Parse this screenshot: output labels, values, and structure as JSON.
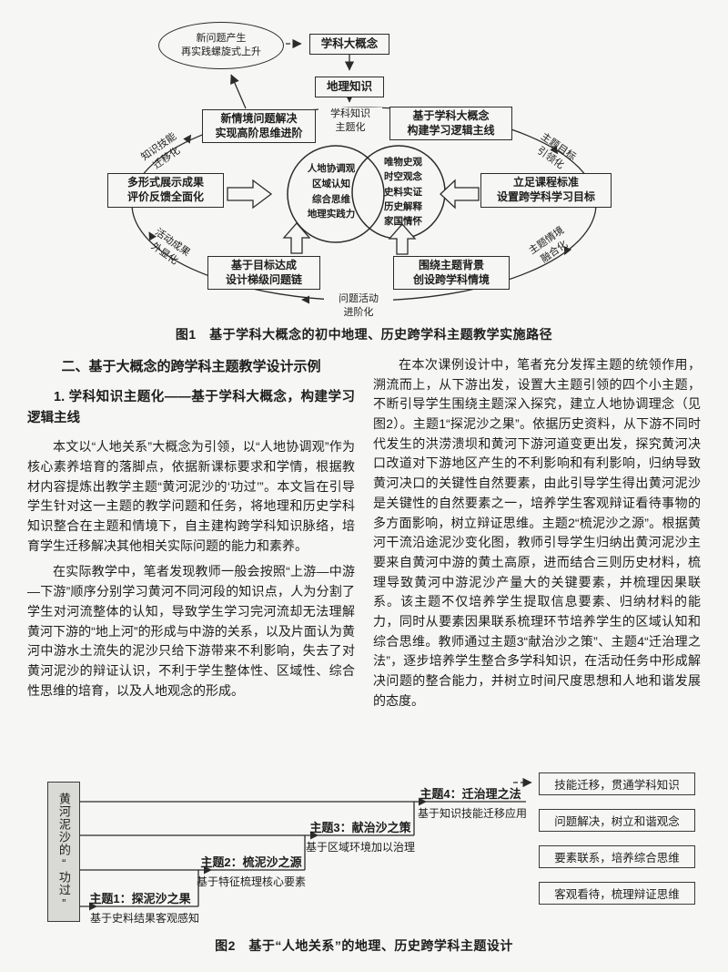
{
  "figure1": {
    "caption": "图1　基于学科大概念的初中地理、历史跨学科主题教学实施路径",
    "spiral_node": {
      "l1": "新问题产生",
      "l2": "再实践螺旋式上升"
    },
    "concept_box": "学科大概念",
    "knowledge_box": "地理知识",
    "stage_labels": {
      "thematize": {
        "l1": "学科知识",
        "l2": "主题化"
      },
      "transfer": {
        "l1": "知识技能",
        "l2": "迁移化"
      },
      "goal_lead": {
        "l1": "主题目标",
        "l2": "引领化"
      },
      "display": {
        "l1": "活动成果",
        "l2": "外显化"
      },
      "context_fuse": {
        "l1": "主题情境",
        "l2": "融合化"
      },
      "progression": {
        "l1": "问题活动",
        "l2": "进阶化"
      }
    },
    "cycle_boxes": {
      "new_situation": {
        "l1": "新情境问题解决",
        "l2": "实现高阶思维进阶"
      },
      "build_mainline": {
        "l1": "基于学科大概念",
        "l2": "构建学习逻辑主线"
      },
      "display_results": {
        "l1": "多形式展示成果",
        "l2": "评价反馈全面化"
      },
      "set_goals": {
        "l1": "立足课程标准",
        "l2": "设置跨学科学习目标"
      },
      "problem_chain": {
        "l1": "基于目标达成",
        "l2": "设计梯级问题链"
      },
      "create_context": {
        "l1": "围绕主题背景",
        "l2": "创设跨学科情境"
      }
    },
    "venn": {
      "left": [
        "人地协调观",
        "区域认知",
        "综合思维",
        "地理实践力"
      ],
      "right": [
        "唯物史观",
        "时空观念",
        "史料实证",
        "历史解释",
        "家国情怀"
      ]
    }
  },
  "article": {
    "section_heading": "二、基于大概念的跨学科主题教学设计示例",
    "sub_heading": "1. 学科知识主题化——基于学科大概念，构建学习逻辑主线",
    "left_paragraphs": [
      "本文以“人地关系”大概念为引领，以“人地协调观”作为核心素养培育的落脚点，依据新课标要求和学情，根据教材内容提炼出教学主题“黄河泥沙的‘功过’”。本文旨在引导学生针对这一主题的教学问题和任务，将地理和历史学科知识整合在主题和情境下，自主建构跨学科知识脉络，培育学生迁移解决其他相关实际问题的能力和素养。",
      "在实际教学中，笔者发现教师一般会按照“上游—中游—下游”顺序分别学习黄河不同河段的知识点，人为分割了学生对河流整体的认知，导致学生学习完河流却无法理解黄河下游的“地上河”的形成与中游的关系，以及片面认为黄河中游水土流失的泥沙只给下游带来不利影响，失去了对黄河泥沙的辩证认识，不利于学生整体性、区域性、综合性思维的培育，以及人地观念的形成。"
    ],
    "right_paragraphs": [
      "在本次课例设计中，笔者充分发挥主题的统领作用，溯流而上，从下游出发，设置大主题引领的四个小主题，不断引导学生围绕主题深入探究，建立人地协调理念（见图2）。主题1“探泥沙之果”。依据历史资料，从下游不同时代发生的洪涝溃坝和黄河下游河道变更出发，探究黄河决口改道对下游地区产生的不利影响和有利影响，归纳导致黄河决口的关键性自然要素，由此引导学生得出黄河泥沙是关键性的自然要素之一，培养学生客观辩证看待事物的多方面影响，树立辩证思维。主题2“梳泥沙之源”。根据黄河干流沿途泥沙变化图，教师引导学生归纳出黄河泥沙主要来自黄河中游的黄土高原，进而结合三则历史材料，梳理导致黄河中游泥沙产量大的关键要素，并梳理因果联系。该主题不仅培养学生提取信息要素、归纳材料的能力，同时从要素因果联系梳理环节培养学生的区域认知和综合思维。教师通过主题3“献治沙之策”、主题4“迁治理之法”，逐步培养学生整合多学科知识，在活动任务中形成解决问题的整合能力，并树立时间尺度思想和人地和谐发展的态度。"
    ]
  },
  "figure2": {
    "caption": "图2　基于“人地关系”的地理、历史跨学科主题设计",
    "source_box": "黄河泥沙的“功过”",
    "steps": [
      {
        "title": "主题1：探泥沙之果",
        "desc": "基于史料结果客观感知"
      },
      {
        "title": "主题2：梳泥沙之源",
        "desc": "基于特征梳理核心要素"
      },
      {
        "title": "主题3：献治沙之策",
        "desc": "基于区域环境加以治理"
      },
      {
        "title": "主题4：迁治理之法",
        "desc": "基于知识技能迁移应用"
      }
    ],
    "outcomes": [
      "技能迁移，贯通学科知识",
      "问题解决，树立和谐观念",
      "要素联系，培养综合思维",
      "客观看待，梳理辩证思维"
    ]
  }
}
